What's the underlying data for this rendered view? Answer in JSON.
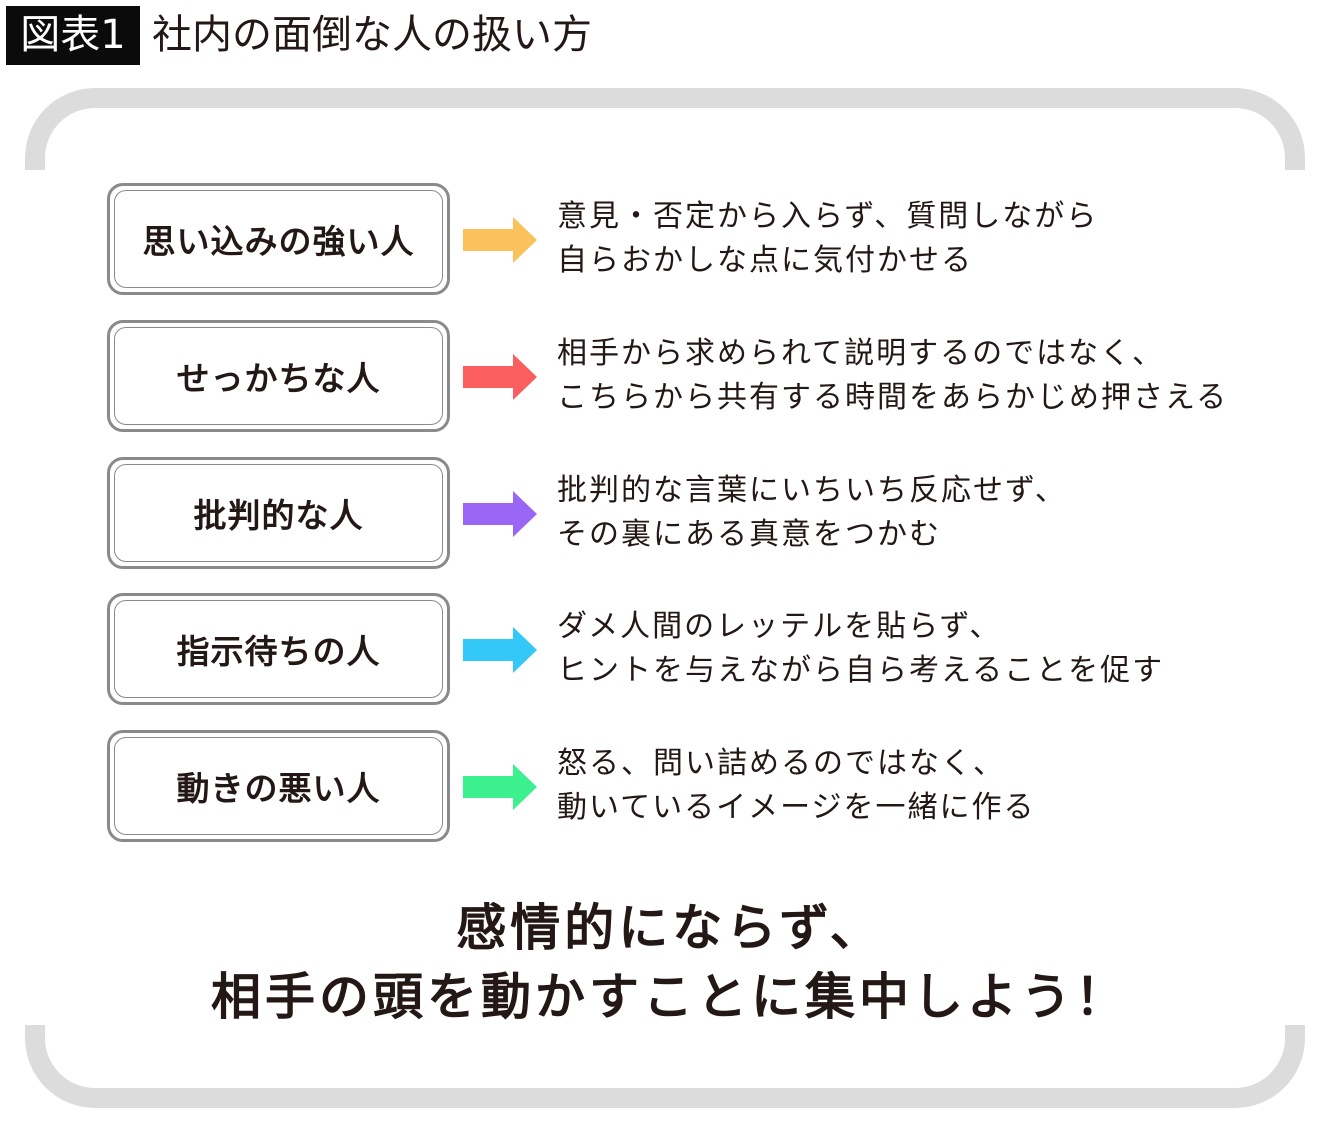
{
  "header": {
    "tag": "図表1",
    "title": "社内の面倒な人の扱い方"
  },
  "rows": [
    {
      "type": "思い込みの強い人",
      "arrow_color": "#fbc15a",
      "lines": [
        "意見・否定から入らず、質問しながら",
        "自らおかしな点に気付かせる"
      ]
    },
    {
      "type": "せっかちな人",
      "arrow_color": "#fa5e5e",
      "lines": [
        "相手から求められて説明するのではなく、",
        "こちらから共有する時間をあらかじめ押さえる"
      ]
    },
    {
      "type": "批判的な人",
      "arrow_color": "#9a66f5",
      "lines": [
        "批判的な言葉にいちいち反応せず、",
        "その裏にある真意をつかむ"
      ]
    },
    {
      "type": "指示待ちの人",
      "arrow_color": "#34c8f8",
      "lines": [
        "ダメ人間のレッテルを貼らず、",
        "ヒントを与えながら自ら考えることを促す"
      ]
    },
    {
      "type": "動きの悪い人",
      "arrow_color": "#3cf08f",
      "lines": [
        "怒る、問い詰めるのではなく、",
        "動いているイメージを一緒に作る"
      ]
    }
  ],
  "conclusion": {
    "line1": "感情的にならず、",
    "line2": "相手の頭を動かすことに集中しよう！"
  }
}
